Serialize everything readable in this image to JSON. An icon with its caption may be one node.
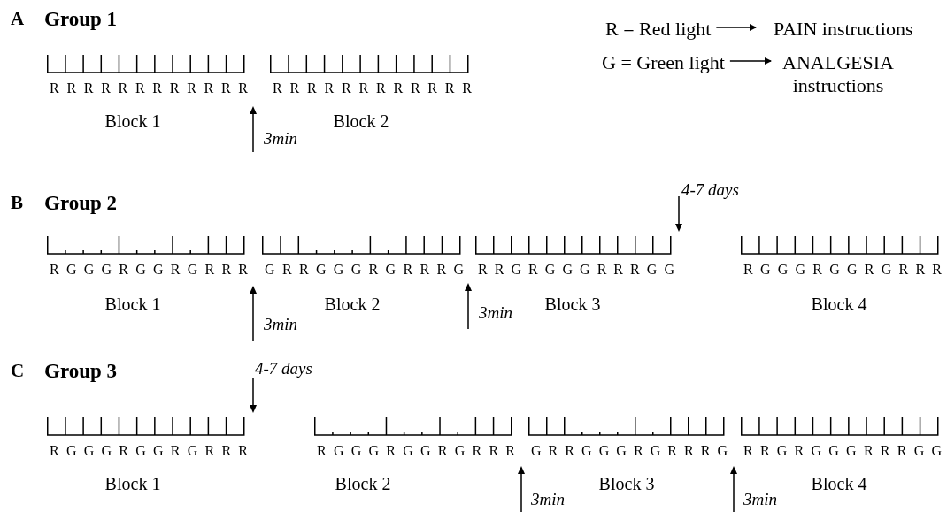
{
  "diagram": {
    "nodes": [
      {
        "text": [
          "R = Red light"
        ]
      },
      {
        "text": [
          "PAIN instructions"
        ]
      },
      {
        "text": [
          "G = Green light"
        ]
      },
      {
        "text": [
          "ANALGESIA instructions"
        ]
      }
    ],
    "edges": [
      {
        "from": 0,
        "to": 1,
        "arrow": "to"
      },
      {
        "from": 2,
        "to": 3,
        "arrow": "to"
      }
    ],
    "labels": [
      "A",
      "Group 1",
      "R R R R R R R R R R R R",
      "R R R R R R R R R R R R",
      "Block 1",
      "3min",
      "Block 2",
      "B",
      "Group 2",
      "4-7 days",
      "R G G G R G G R G R R R",
      "G R R G G G R G R R R G",
      "R R G R G G G R R R G G",
      "R G G G R G G R G R R R",
      "Block 1",
      "3min",
      "Block 2",
      "3min",
      "Block 3",
      "Block 4",
      "C",
      "Group 3",
      "4-7 days",
      "R G G G R G G R G R R R",
      "R G G G R G G R G R R R",
      "G R R G G G R G R R R G",
      "R R G R G G G R R R G G",
      "Block 1",
      "Block 2",
      "Block 3",
      "Block 4",
      "3min",
      "3min"
    ]
  }
}
